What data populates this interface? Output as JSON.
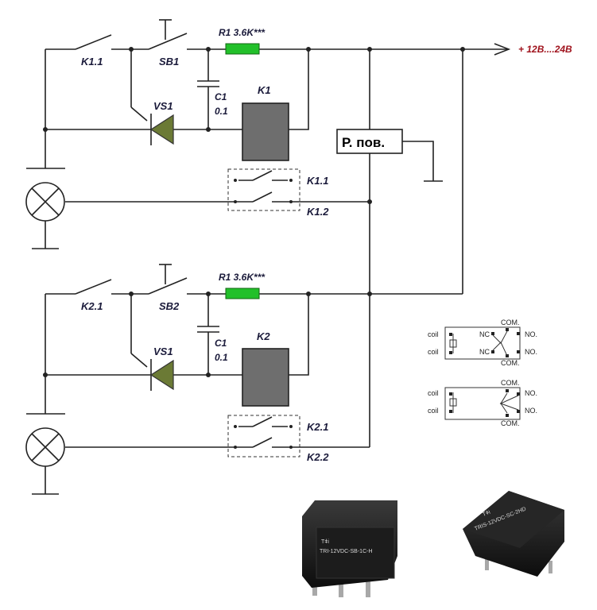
{
  "supply": {
    "label": "+ 12В....24В"
  },
  "channel1": {
    "k_contact": "K1.1",
    "button": "SB1",
    "resistor": "R1 3.6K***",
    "cap": "C1",
    "cap_value": "0.1",
    "diode": "VS1",
    "coil": "K1",
    "out_a": "K1.1",
    "out_b": "K1.2"
  },
  "channel2": {
    "k_contact": "K2.1",
    "button": "SB2",
    "resistor": "R1 3.6K***",
    "cap": "C1",
    "cap_value": "0.1",
    "diode": "VS1",
    "coil": "K2",
    "out_a": "K2.1",
    "out_b": "K2.2"
  },
  "sensor": {
    "label": "Р. пов."
  },
  "pinout": {
    "coil": "coil",
    "nc": "NC",
    "no": "NO.",
    "com": "COM."
  },
  "relay_photos": {
    "left_model": "TRI-12VDC-SB-1C-H",
    "left_brand": "Tǂi",
    "right_model": "TRIS-12VDC-SC-2HD",
    "right_brand": "Tǂi"
  },
  "colors": {
    "resistor": "#22c02a",
    "diode": "#6b7a35",
    "coil": "#6e6e6e",
    "supply_text": "#a0141e"
  }
}
